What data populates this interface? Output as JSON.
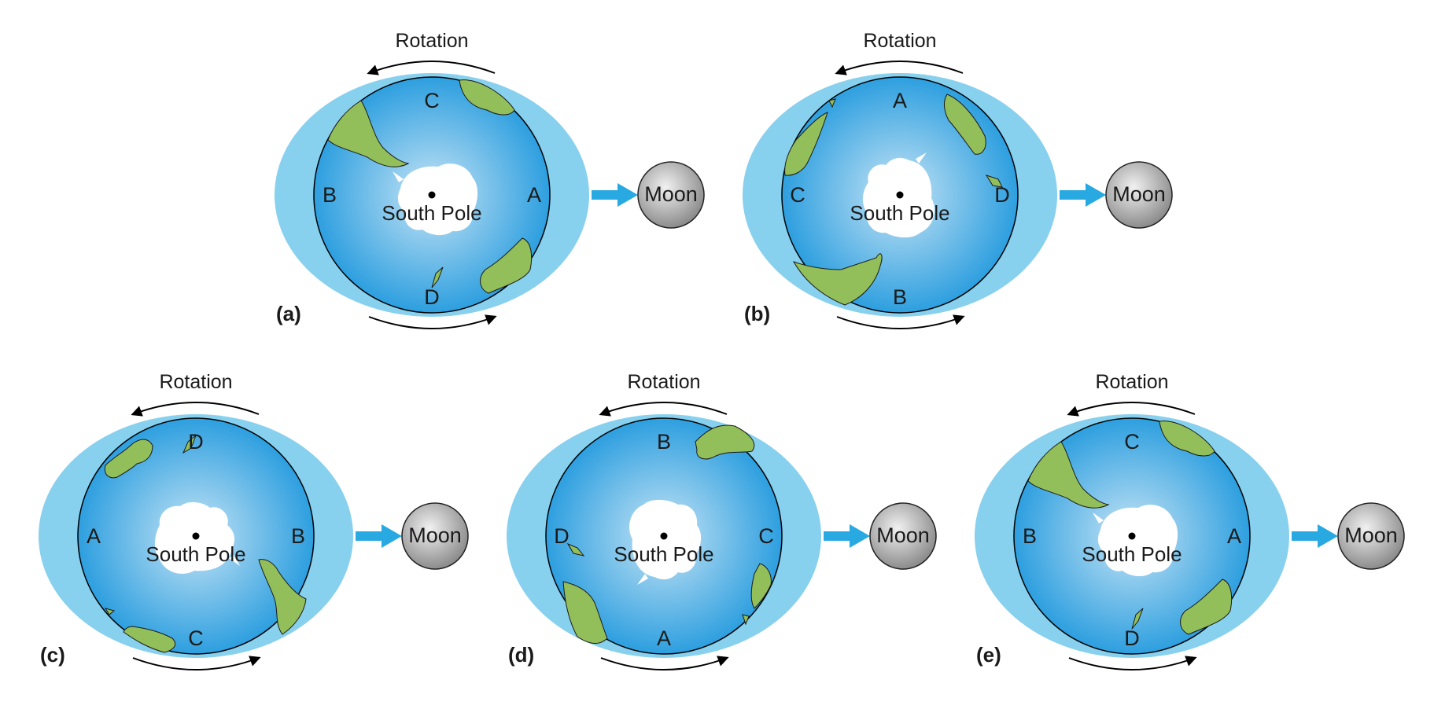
{
  "colors": {
    "bulge": "#87d0ee",
    "ocean_center": "#c6e4f5",
    "ocean_edge": "#1e98dd",
    "land": "#93bf5a",
    "ice": "#ffffff",
    "arrow": "#29a9e1",
    "moon_light": "#f1f1f1",
    "moon_dark": "#8c8c8c"
  },
  "common": {
    "rotation_label": "Rotation",
    "pole_label": "South Pole",
    "moon_label": "Moon"
  },
  "panels": [
    {
      "tag": "(a)",
      "top": "C",
      "left": "B",
      "right": "A",
      "bottom": "D"
    },
    {
      "tag": "(b)",
      "top": "A",
      "left": "C",
      "right": "D",
      "bottom": "B"
    },
    {
      "tag": "(c)",
      "top": "D",
      "left": "A",
      "right": "B",
      "bottom": "C"
    },
    {
      "tag": "(d)",
      "top": "B",
      "left": "D",
      "right": "C",
      "bottom": "A"
    },
    {
      "tag": "(e)",
      "top": "C",
      "left": "B",
      "right": "A",
      "bottom": "D"
    }
  ]
}
